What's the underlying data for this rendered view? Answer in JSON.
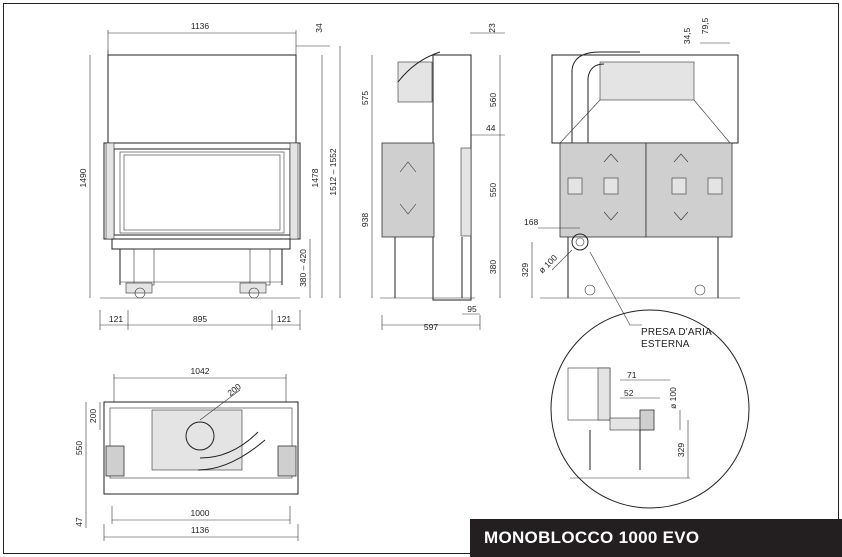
{
  "product_title": "MONOBLOCCO 1000 EVO",
  "callout": {
    "line1": "PRESA D'ARIA",
    "line2": "ESTERNA"
  },
  "front_view": {
    "top_width": "1136",
    "top_gap": "34",
    "total_height": "1490",
    "height_a": "1478",
    "height_range": "1512 – 1552",
    "foot_range": "380 – 420",
    "bottom_left": "121",
    "bottom_center": "895",
    "bottom_right": "121"
  },
  "side_view": {
    "top": "23",
    "upper_left": "575",
    "upper_right": "560",
    "offset": "44",
    "body_right": "550",
    "body_left": "938",
    "foot": "380",
    "depth": "597",
    "foot_offset": "95"
  },
  "rear_view": {
    "top_a": "79,5",
    "top_b": "34,5",
    "left_offset": "168",
    "pipe_height": "329",
    "pipe_diameter": "ø 100"
  },
  "plan_view": {
    "width_top": "1042",
    "diagonal": "200",
    "left_top": "200",
    "left_depth": "550",
    "left_bottom": "47",
    "width_inner": "1000",
    "width_outer": "1136"
  },
  "detail": {
    "dim_71": "71",
    "dim_52": "52",
    "diameter": "ø 100",
    "height": "329"
  }
}
